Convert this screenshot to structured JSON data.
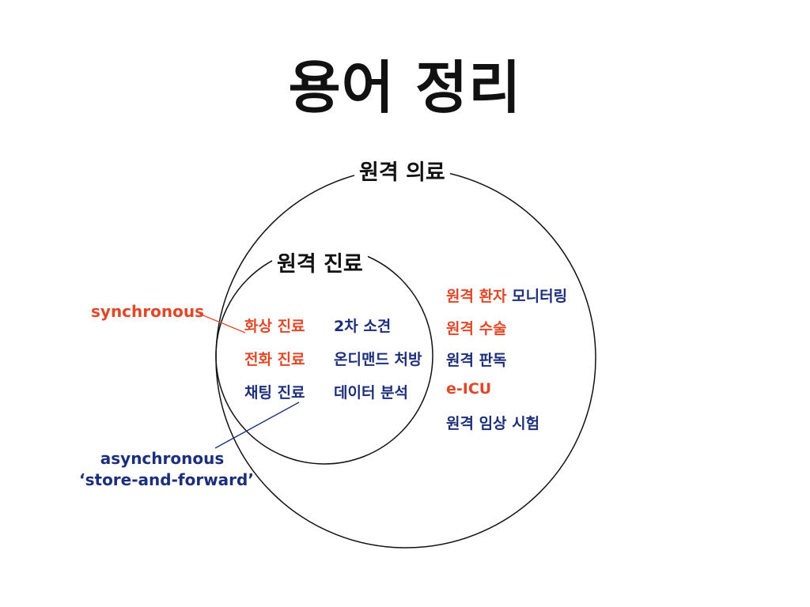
{
  "title": "용어 정리",
  "outer_circle": {
    "label": "원격 의료"
  },
  "inner_circle": {
    "label": "원격 진료"
  },
  "inner_items": {
    "left": [
      {
        "text": "화상 진료",
        "color": "#E0482A"
      },
      {
        "text": "전화 진료",
        "color": "#E0482A"
      },
      {
        "text": "채팅 진료",
        "color": "#1E2F7A"
      }
    ],
    "right": [
      {
        "text": "2차 소견",
        "color": "#1E2F7A"
      },
      {
        "text": "온디맨드 처방",
        "color": "#1E2F7A"
      },
      {
        "text": "데이터 분석",
        "color": "#1E2F7A"
      }
    ]
  },
  "outer_items": {
    "monitoring_red": "원격 환자",
    "monitoring_blue": "모니터링",
    "surgery": "원격 수술",
    "reading": "원격 판독",
    "eicu": "e-ICU",
    "clinical_trial": "원격 임상 시험"
  },
  "annotations": {
    "synchronous": "synchronous",
    "asynchronous": "asynchronous",
    "store_and_forward": "‘store-and-forward’"
  },
  "colors": {
    "red": "#E0482A",
    "blue": "#1E2F7A",
    "line": "#111111"
  }
}
